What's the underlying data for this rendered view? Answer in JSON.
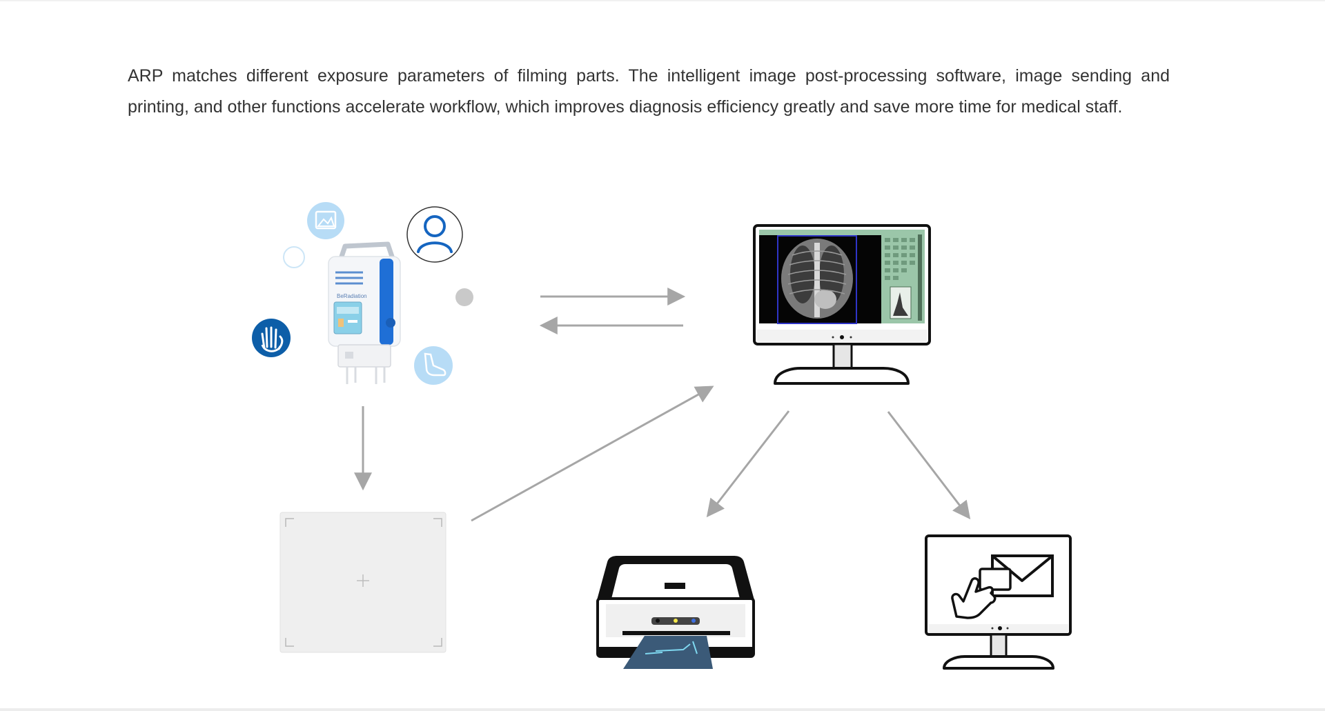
{
  "description": "ARP matches different exposure parameters of filming parts. The intelligent image post-processing software, image sending and printing, and other functions accelerate workflow, which improves diagnosis efficiency greatly and save more time for medical staff.",
  "device": {
    "brand_text": "BeRadiation",
    "icons": [
      "image-icon",
      "user-icon",
      "hand-icon",
      "foot-icon"
    ]
  },
  "colors": {
    "arrow": "#a6a6a6",
    "brand_blue": "#1565c0",
    "light_blue": "#b7dcf6",
    "dark_blue": "#0d5ea8",
    "panel_gray": "#efefef",
    "monitor_black": "#111111",
    "xray_green": "#9bc6a9"
  },
  "diagram": {
    "nodes": [
      {
        "id": "device",
        "name": "portable-xray-device"
      },
      {
        "id": "workstation",
        "name": "workstation-monitor"
      },
      {
        "id": "detector",
        "name": "flat-panel-detector"
      },
      {
        "id": "printer",
        "name": "film-printer"
      },
      {
        "id": "send",
        "name": "image-sending-monitor"
      }
    ],
    "edges": [
      {
        "from": "device",
        "to": "workstation"
      },
      {
        "from": "workstation",
        "to": "device"
      },
      {
        "from": "device",
        "to": "detector"
      },
      {
        "from": "detector",
        "to": "workstation"
      },
      {
        "from": "workstation",
        "to": "printer"
      },
      {
        "from": "workstation",
        "to": "send"
      }
    ]
  }
}
